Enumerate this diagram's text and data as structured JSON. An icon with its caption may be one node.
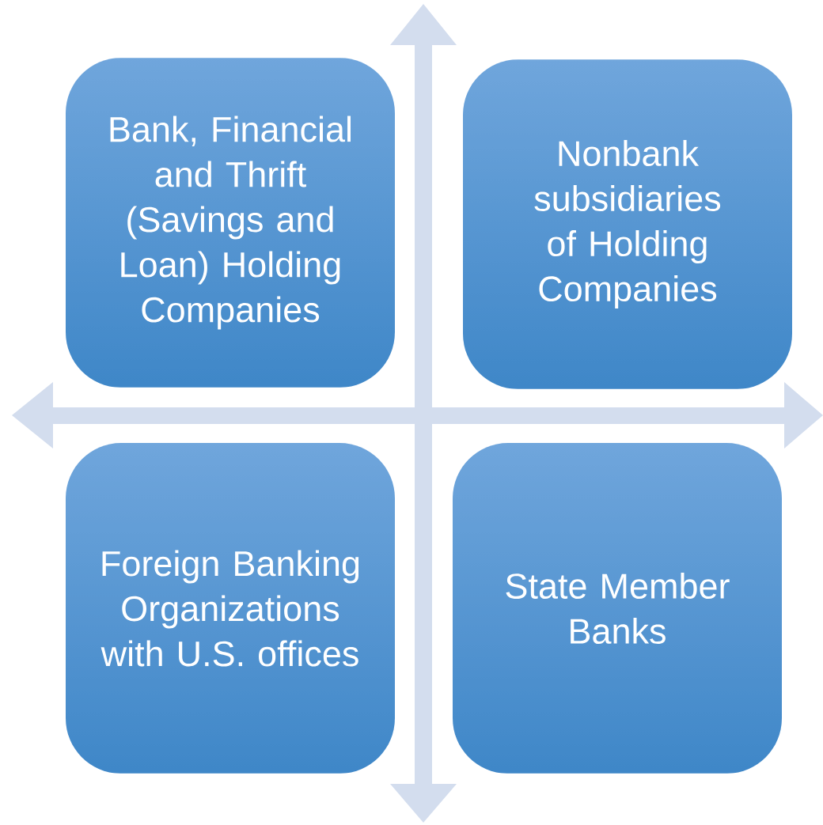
{
  "diagram": {
    "nodes": [
      {
        "text": [
          "Bank, Financial and Thrift (Savings and Loan) Holding Companies"
        ]
      },
      {
        "text": [
          "Nonbank subsidiaries of Holding Companies"
        ]
      },
      {
        "text": [
          "Foreign Banking Organizations with U.S. offices"
        ]
      },
      {
        "text": [
          "State Member Banks"
        ]
      }
    ]
  }
}
